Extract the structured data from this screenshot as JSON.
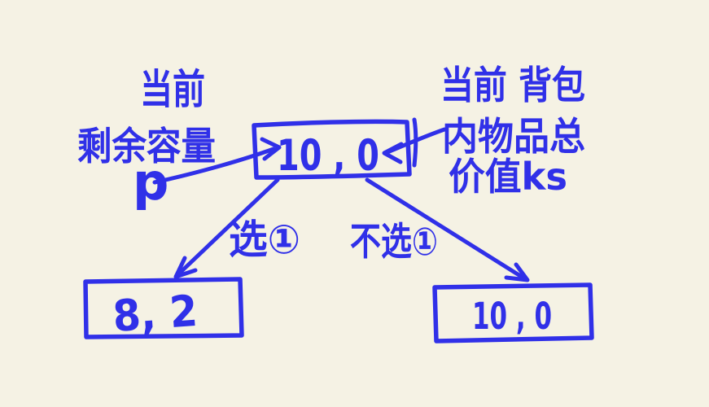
{
  "canvas": {
    "background_color": "#f5f2e4",
    "ink_color": "#3030e8"
  },
  "diagram": {
    "description_root": "knapsack decision tree root node",
    "root_node": "10 , 0",
    "left_child_node": "8, 2",
    "right_child_node": "10 , 0",
    "left_edge_label": "选①",
    "right_edge_label": "不选①",
    "left_annotation": {
      "line1": "当前",
      "line2": "剩余容量",
      "symbol": "p"
    },
    "right_annotation": {
      "line1": "当前 背包",
      "line2": "内物品总",
      "line3": "价值ks"
    }
  }
}
